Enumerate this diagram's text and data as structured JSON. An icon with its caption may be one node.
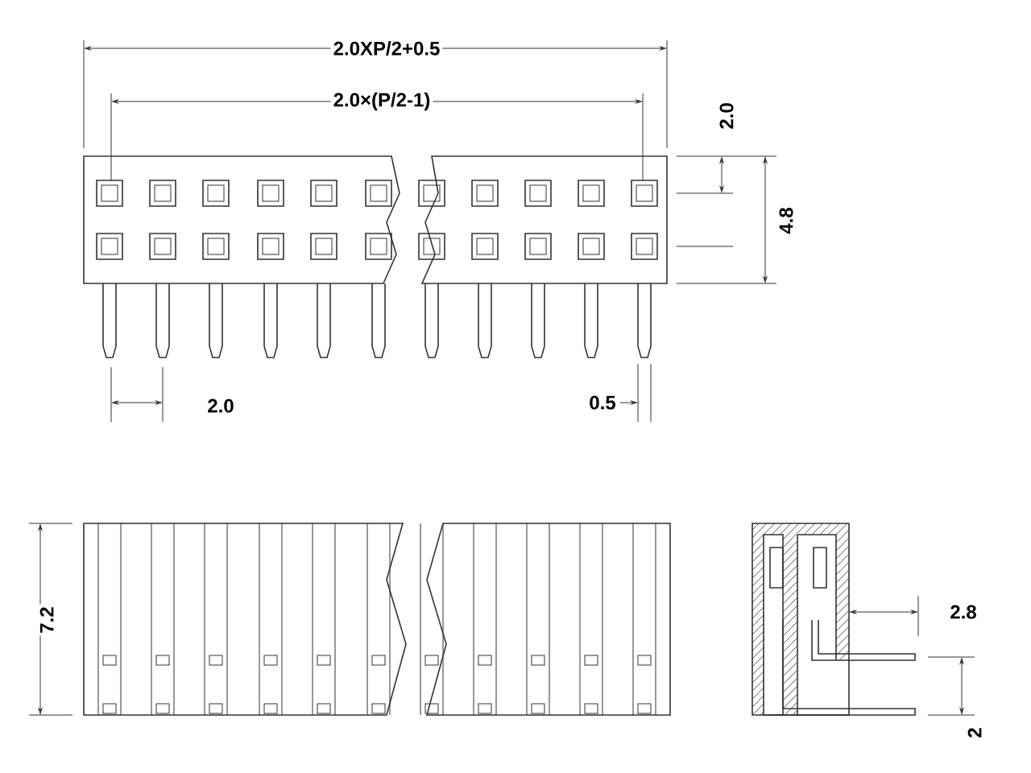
{
  "diagram": {
    "labels": [
      "2.0XP/2+0.5",
      "2.0×(P/2-1)",
      "2.0",
      "4.8",
      "2.0",
      "0.5",
      "7.2",
      "2.8",
      "2"
    ]
  }
}
